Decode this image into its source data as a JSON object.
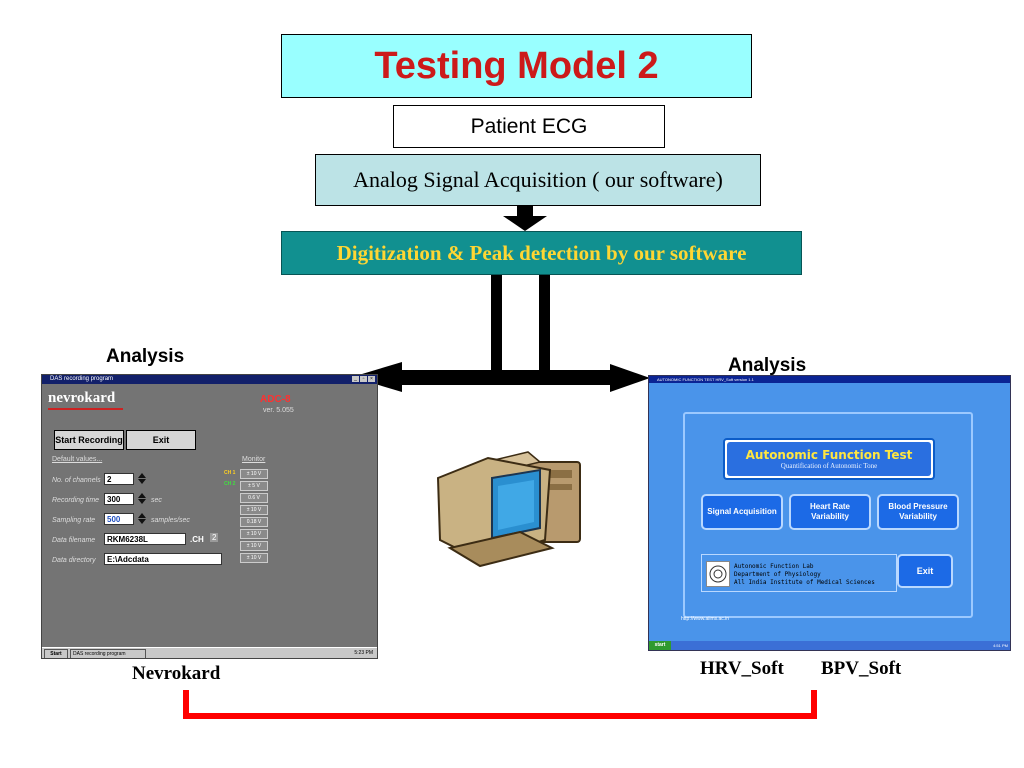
{
  "title": "Testing Model 2",
  "flow": {
    "patient_ecg": "Patient ECG",
    "acquisition": "Analog Signal Acquisition ( our software)",
    "digitization": "Digitization & Peak detection by our software"
  },
  "labels": {
    "analysis_left": "Analysis",
    "analysis_right": "Analysis",
    "nevrokard": "Nevrokard",
    "hrv_soft": "HRV_Soft",
    "bpv_soft": "BPV_Soft"
  },
  "colors": {
    "title_bg": "#99ffff",
    "title_text": "#cc1a1a",
    "acq_bg": "#bce3e6",
    "dig_bg": "#119090",
    "dig_text": "#ffd633",
    "connector": "#ff0000"
  },
  "nevrokard_window": {
    "titlebar": "DAS recording program",
    "brand": "nevrokard",
    "model": "ADC-8",
    "version": "ver. 5.055",
    "start_button": "Start Recording",
    "exit_button": "Exit",
    "default_values": "Default values...",
    "monitor": "Monitor",
    "channels_label": "No. of channels",
    "channels_value": "2",
    "recording_time_label": "Recording time",
    "recording_time_value": "300",
    "recording_time_unit": "sec",
    "sampling_rate_label": "Sampling rate",
    "sampling_rate_value": "500",
    "sampling_rate_unit": "samples/sec",
    "data_filename_label": "Data filename",
    "data_filename_value": "RKM6238L",
    "extension": ".CH",
    "extension_num": "2",
    "data_directory_label": "Data directory",
    "data_directory_value": "E:\\Adcdata",
    "ch1": "CH 1",
    "ch2": "CH 2",
    "monitor_ranges": [
      "± 10 V",
      "± 5 V",
      "0.6 V",
      "± 10 V",
      "0.18 V",
      "± 10 V",
      "± 10 V",
      "± 10 V"
    ],
    "taskbar_start": "Start",
    "taskbar_task": "DAS recording program",
    "taskbar_clock": "5:23 PM"
  },
  "hrv_window": {
    "titlebar": "AUTONOMIC FUNCTION TEST  HRV_Soft version 1.1",
    "app_title": "Autonomic Function Test",
    "subtitle": "Quantification of Autonomic Tone",
    "btn_signal": "Signal Acquisition",
    "btn_hr": "Heart Rate Variability",
    "btn_bp": "Blood Pressure Variability",
    "lab_line1": "Autonomic Function Lab",
    "lab_line2": "Department of Physiology",
    "lab_line3": "All India Institute of Medical Sciences",
    "exit": "Exit",
    "url": "http://www.aiims.ac.in",
    "taskbar_start": "start",
    "taskbar_clock": "4:51 PM"
  }
}
